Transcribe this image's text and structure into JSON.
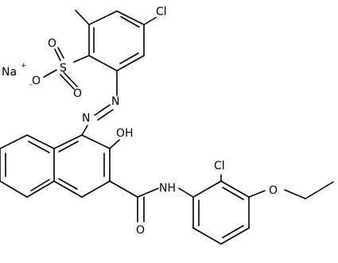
{
  "atoms": {
    "cl_top": "Cl",
    "s": "S",
    "o_s1": "O",
    "o_s2": "O",
    "o_minus": "O",
    "minus": "-",
    "na": "Na",
    "plus": "+",
    "n_azo1": "N",
    "n_azo2": "N",
    "oh": "OH",
    "nh": "NH",
    "o_amide": "O",
    "cl_bottom": "Cl",
    "o_ether": "O"
  }
}
